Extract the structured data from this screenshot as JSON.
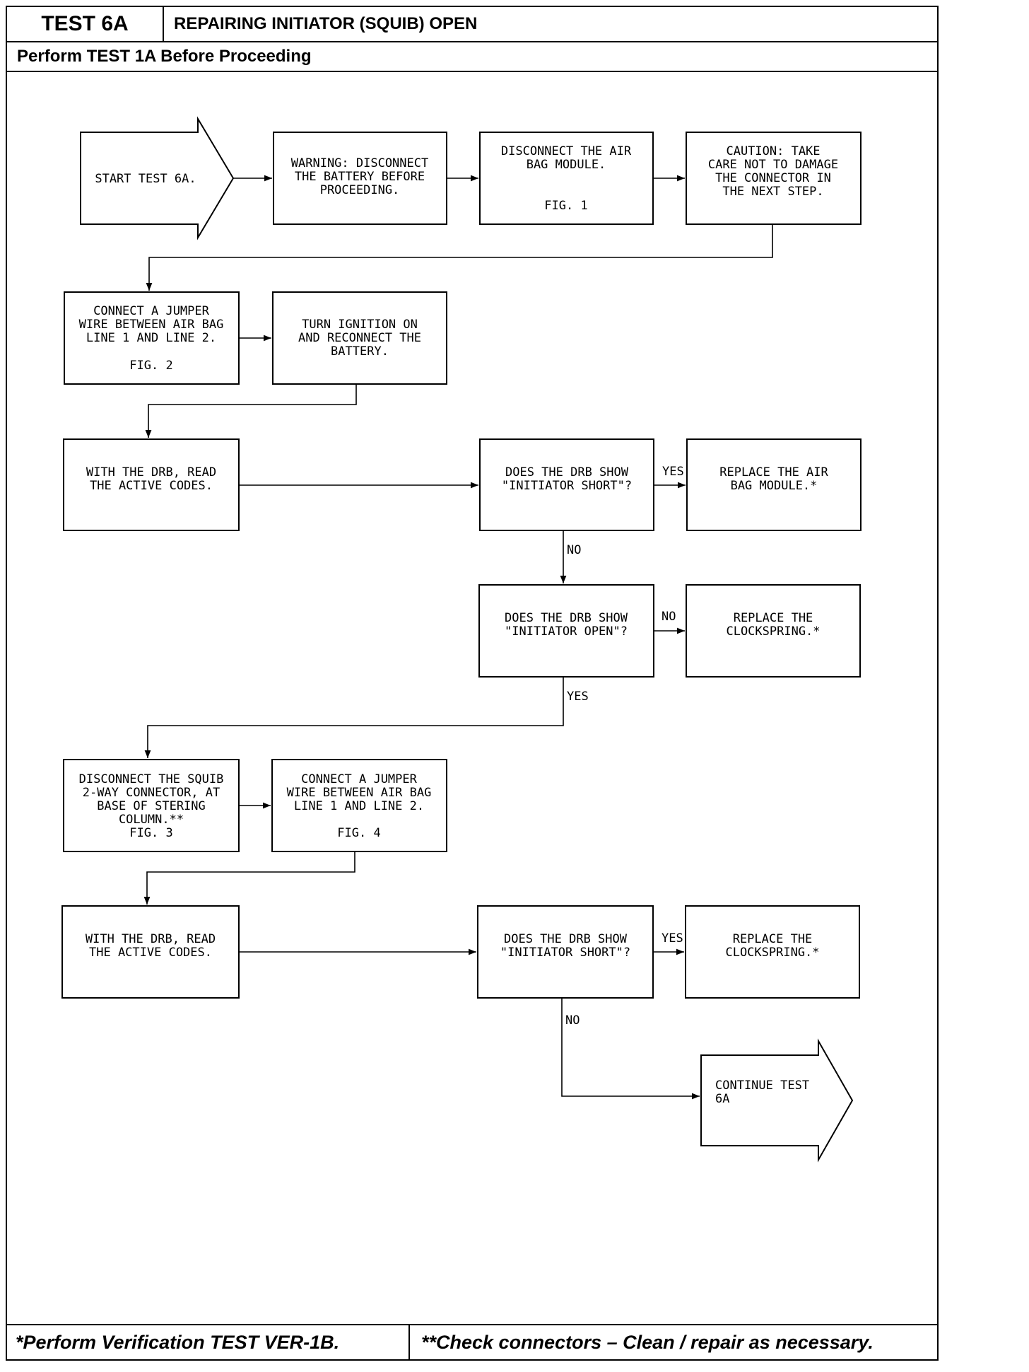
{
  "header": {
    "test_id": "TEST 6A",
    "title": "REPAIRING INITIATOR (SQUIB) OPEN",
    "prerequisite": "Perform TEST 1A Before Proceeding"
  },
  "flowchart": {
    "start": [
      "START TEST 6A."
    ],
    "warning": [
      "WARNING:  DISCONNECT",
      "THE BATTERY BEFORE",
      "PROCEEDING."
    ],
    "disconnect_module": [
      "DISCONNECT THE AIR",
      "BAG MODULE."
    ],
    "disconnect_module_fig": "FIG. 1",
    "caution": [
      "CAUTION:  TAKE",
      "CARE NOT TO DAMAGE",
      "THE CONNECTOR IN",
      "THE NEXT STEP."
    ],
    "jumper_1": [
      "CONNECT A JUMPER",
      "WIRE BETWEEN AIR BAG",
      "LINE 1 AND LINE 2."
    ],
    "jumper_1_fig": "FIG. 2",
    "ignition_on": [
      "TURN IGNITION ON",
      "AND RECONNECT THE",
      "BATTERY."
    ],
    "read_codes_1": [
      "WITH THE DRB, READ",
      "THE ACTIVE CODES."
    ],
    "question_short_1": [
      "DOES THE DRB SHOW",
      "\"INITIATOR SHORT\"?"
    ],
    "replace_module": [
      "REPLACE THE AIR",
      "BAG MODULE.*"
    ],
    "question_open": [
      "DOES THE DRB SHOW",
      "\"INITIATOR OPEN\"?"
    ],
    "replace_clockspring_1": [
      "REPLACE THE",
      "CLOCKSPRING.*"
    ],
    "disconnect_squib": [
      "DISCONNECT THE SQUIB",
      "2-WAY CONNECTOR, AT",
      "BASE OF STERING",
      "COLUMN.**"
    ],
    "disconnect_squib_fig": "FIG. 3",
    "jumper_2": [
      "CONNECT A JUMPER",
      "WIRE BETWEEN AIR BAG",
      "LINE 1 AND LINE 2."
    ],
    "jumper_2_fig": "FIG. 4",
    "read_codes_2": [
      "WITH THE DRB, READ",
      "THE ACTIVE CODES."
    ],
    "question_short_2": [
      "DOES THE DRB SHOW",
      "\"INITIATOR SHORT\"?"
    ],
    "replace_clockspring_2": [
      "REPLACE THE",
      "CLOCKSPRING.*"
    ],
    "continue": [
      "CONTINUE TEST",
      "6A"
    ],
    "labels": {
      "yes": "YES",
      "no": "NO"
    }
  },
  "footer": {
    "left": "*Perform Verification TEST VER-1B.",
    "right": "**Check connectors – Clean / repair as necessary."
  }
}
